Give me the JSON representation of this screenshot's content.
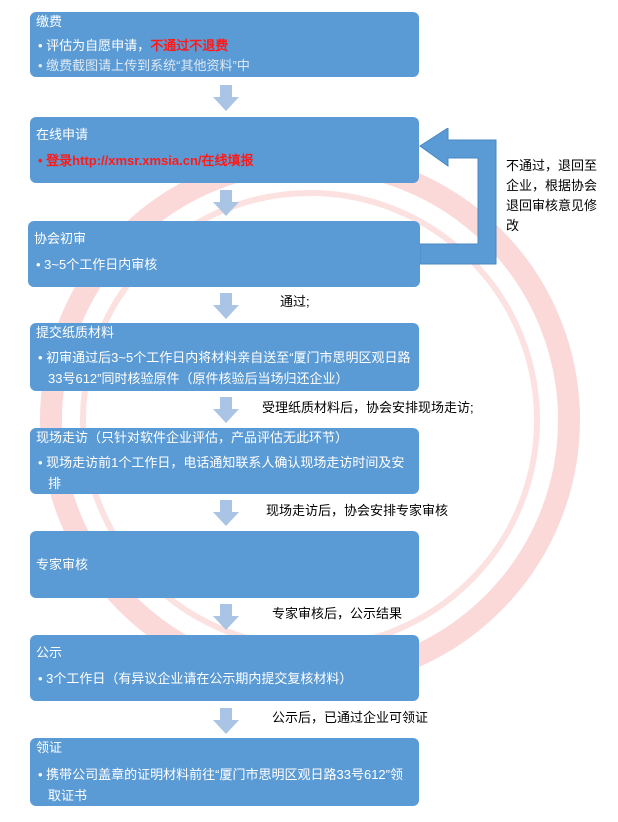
{
  "steps": [
    {
      "title": "缴费",
      "items": [
        "评估为自愿申请，",
        "缴费截图请上传到系统“其他资料”中"
      ],
      "highlight": "不通过不退费"
    },
    {
      "title": "在线申请",
      "items": [
        "登录http://xmsr.xmsia.cn/在线填报"
      ]
    },
    {
      "title": "协会初审",
      "items": [
        "3~5个工作日内审核"
      ]
    },
    {
      "title": "提交纸质材料",
      "items": [
        "初审通过后3~5个工作日内将材料亲自送至“厦门市思明区观日路33号612”同时核验原件（原件核验后当场归还企业）"
      ]
    },
    {
      "title": "现场走访（只针对软件企业评估，产品评估无此环节）",
      "items": [
        "现场走访前1个工作日，电话通知联系人确认现场走访时间及安排"
      ]
    },
    {
      "title": "专家审核",
      "items": []
    },
    {
      "title": "公示",
      "items": [
        "3个工作日（有异议企业请在公示期内提交复核材料）"
      ]
    },
    {
      "title": "领证",
      "items": [
        "携带公司盖章的证明材料前往“厦门市思明区观日路33号612”领取证书"
      ]
    }
  ],
  "notes": {
    "reject": "不通过，退回至企业，根据协会退回审核意见修改",
    "pass": "通过;",
    "after_paper": "受理纸质材料后，协会安排现场走访;",
    "after_visit": "现场走访后，协会安排专家审核",
    "after_expert": "专家审核后，公示结果",
    "after_public": "公示后，已通过企业可领证"
  },
  "colors": {
    "box": "#5b9bd5",
    "arrow": "#a9c4e4",
    "highlight": "#ff1a1a"
  }
}
